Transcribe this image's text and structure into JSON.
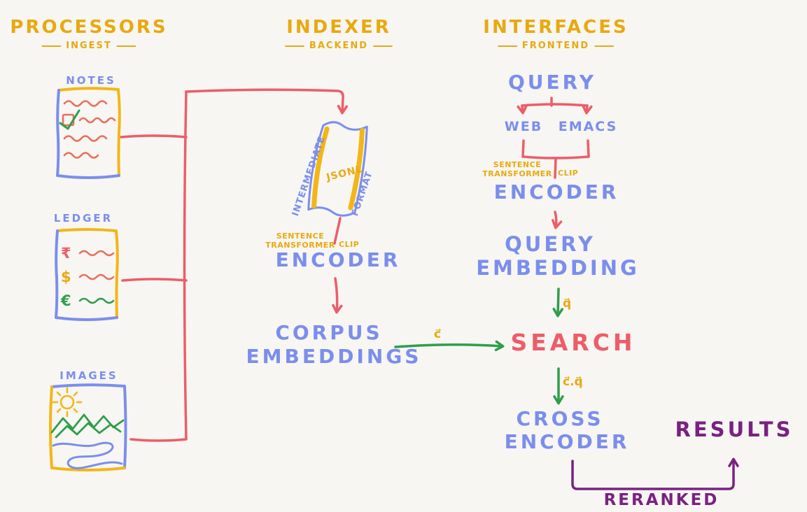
{
  "colors": {
    "background": "#f7f6f3",
    "yellow": "#e9a90e",
    "yellow_bright": "#f2b616",
    "blue": "#7b8eec",
    "red": "#ed5d68",
    "orange_red": "#e8705c",
    "green": "#2f9e4b",
    "purple": "#7a2181"
  },
  "headers": {
    "processors": {
      "title": "PROCESSORS",
      "subtitle": "INGEST"
    },
    "indexer": {
      "title": "INDEXER",
      "subtitle": "BACKEND"
    },
    "interfaces": {
      "title": "INTERFACES",
      "subtitle": "FRONTEND"
    }
  },
  "processors": {
    "notes_label": "NOTES",
    "ledger_label": "LEDGER",
    "images_label": "IMAGES",
    "ledger_symbols": [
      "₹",
      "$",
      "€"
    ]
  },
  "indexer": {
    "scroll_left_text": "INTERMEDIATE",
    "scroll_center_text": "JSONL",
    "scroll_right_text": "FORMAT",
    "encoder_model_line1": "SENTENCE",
    "encoder_model_line2": "TRANSFORMER",
    "encoder_model_alt": "CLIP",
    "encoder_label": "ENCODER",
    "corpus_line1": "CORPUS",
    "corpus_line2": "EMBEDDINGS",
    "corpus_vector_label": "c⃗"
  },
  "interfaces": {
    "query_label": "QUERY",
    "web_label": "WEB",
    "emacs_label": "EMACS",
    "encoder_model_line1": "SENTENCE",
    "encoder_model_line2": "TRANSFORMER",
    "encoder_model_alt": "CLIP",
    "encoder_label": "ENCODER",
    "query_embedding_line1": "QUERY",
    "query_embedding_line2": "EMBEDDING",
    "query_vector_label": "q⃗",
    "search_label": "SEARCH",
    "combined_vector_label": "c⃗.q⃗",
    "cross_encoder_line1": "CROSS",
    "cross_encoder_line2": "ENCODER",
    "results_label": "RESULTS",
    "reranked_label": "RERANKED"
  }
}
